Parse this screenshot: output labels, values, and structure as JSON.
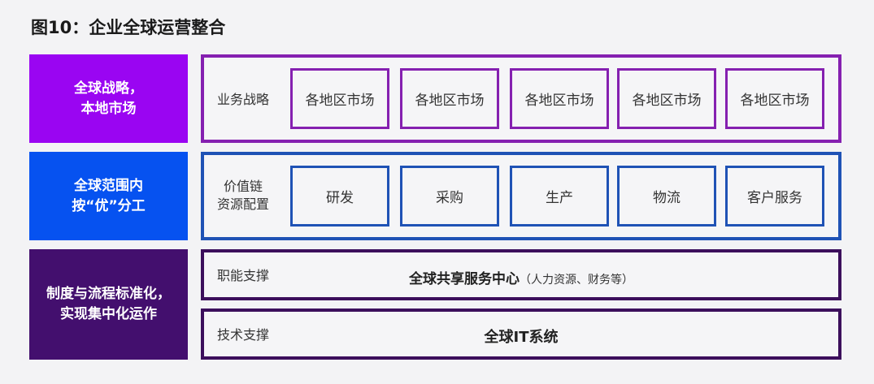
{
  "title": "图10：企业全球运营整合",
  "colors": {
    "row1": "#9a05f2",
    "row1_outline": "#8520b0",
    "row2": "#0652f0",
    "row2_outline": "#1f52b5",
    "row3": "#430f6e",
    "row3_outline": "#3c0f5c"
  },
  "rows": [
    {
      "left": "全球战略，\n本地市场",
      "label": "业务战略",
      "cells": [
        "各地区市场",
        "各地区市场",
        "各地区市场",
        "各地区市场",
        "各地区市场"
      ]
    },
    {
      "left": "全球范围内\n按“优”分工",
      "label": "价值链\n资源配置",
      "cells": [
        "研发",
        "采购",
        "生产",
        "物流",
        "客户服务"
      ]
    },
    {
      "left": "制度与流程标准化，\n实现集中化运作",
      "sub": [
        {
          "label": "职能支撑",
          "main": "全球共享服务中心",
          "note": "（人力资源、财务等）"
        },
        {
          "label": "技术支撑",
          "main": "全球IT系统"
        }
      ]
    }
  ]
}
